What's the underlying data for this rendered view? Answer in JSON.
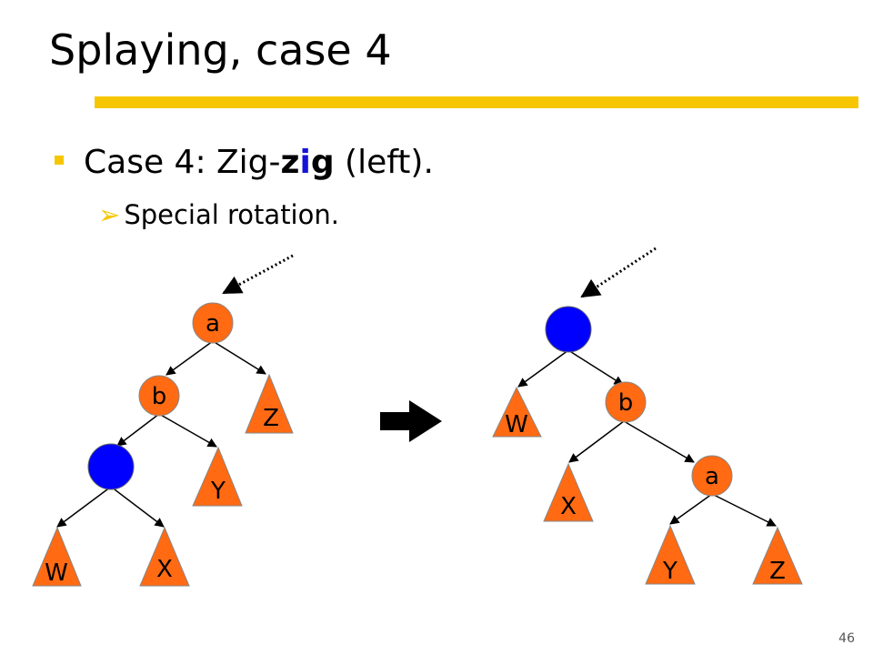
{
  "slide": {
    "title": "Splaying, case 4",
    "bullet_prefix": "Case 4: Zig-",
    "bullet_bold_z": "z",
    "bullet_bold_i": "i",
    "bullet_bold_g": "g",
    "bullet_suffix": " (left).",
    "sub_bullet": "Special rotation.",
    "page_number": "46"
  },
  "colors": {
    "accent": "#f6c700",
    "node_orange": "#ff6a13",
    "node_blue": "#0000ff",
    "emphasis_blue": "#1414d8"
  },
  "before_tree": {
    "node_a": "a",
    "node_b": "b",
    "subtree_w": "W",
    "subtree_x": "X",
    "subtree_y": "Y",
    "subtree_z": "Z"
  },
  "after_tree": {
    "node_a": "a",
    "node_b": "b",
    "subtree_w": "W",
    "subtree_x": "X",
    "subtree_y": "Y",
    "subtree_z": "Z"
  }
}
